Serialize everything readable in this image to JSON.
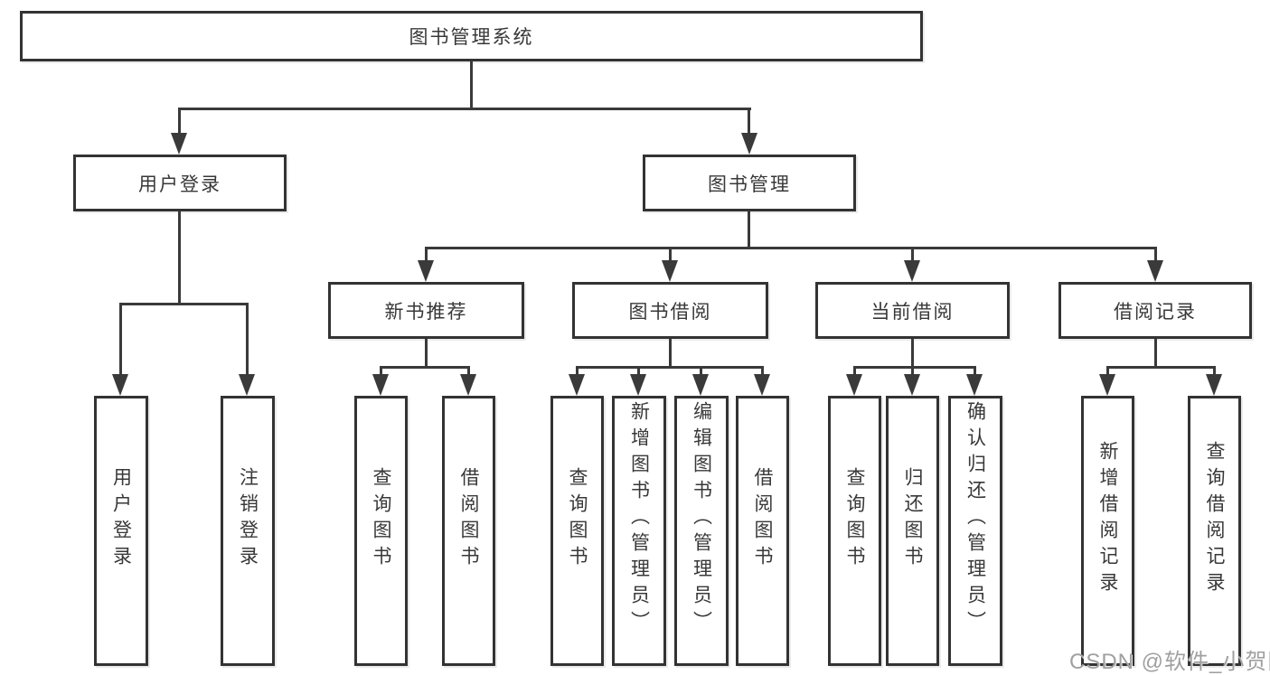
{
  "title": "图书管理系统",
  "tree": {
    "root": {
      "label": "图书管理系统",
      "children": [
        {
          "label": "用户登录",
          "children": [
            {
              "label": "用户登录"
            },
            {
              "label": "注销登录"
            }
          ]
        },
        {
          "label": "图书管理",
          "children": [
            {
              "label": "新书推荐",
              "children": [
                {
                  "label": "查询图书"
                },
                {
                  "label": "借阅图书"
                }
              ]
            },
            {
              "label": "图书借阅",
              "children": [
                {
                  "label": "查询图书"
                },
                {
                  "label": "新增图书（管理员）"
                },
                {
                  "label": "编辑图书（管理员）"
                },
                {
                  "label": "借阅图书"
                }
              ]
            },
            {
              "label": "当前借阅",
              "children": [
                {
                  "label": "查询图书"
                },
                {
                  "label": "归还图书"
                },
                {
                  "label": "确认归还（管理员）"
                }
              ]
            },
            {
              "label": "借阅记录",
              "children": [
                {
                  "label": "新增借阅记录"
                },
                {
                  "label": "查询借阅记录"
                }
              ]
            }
          ]
        }
      ]
    }
  },
  "watermark": "CSDN @软件_小贺同学",
  "colors": {
    "line": "#3a3a3a",
    "box_border": "#333333",
    "text": "#383838",
    "background": "#ffffff",
    "watermark": "#a0a0a0"
  }
}
